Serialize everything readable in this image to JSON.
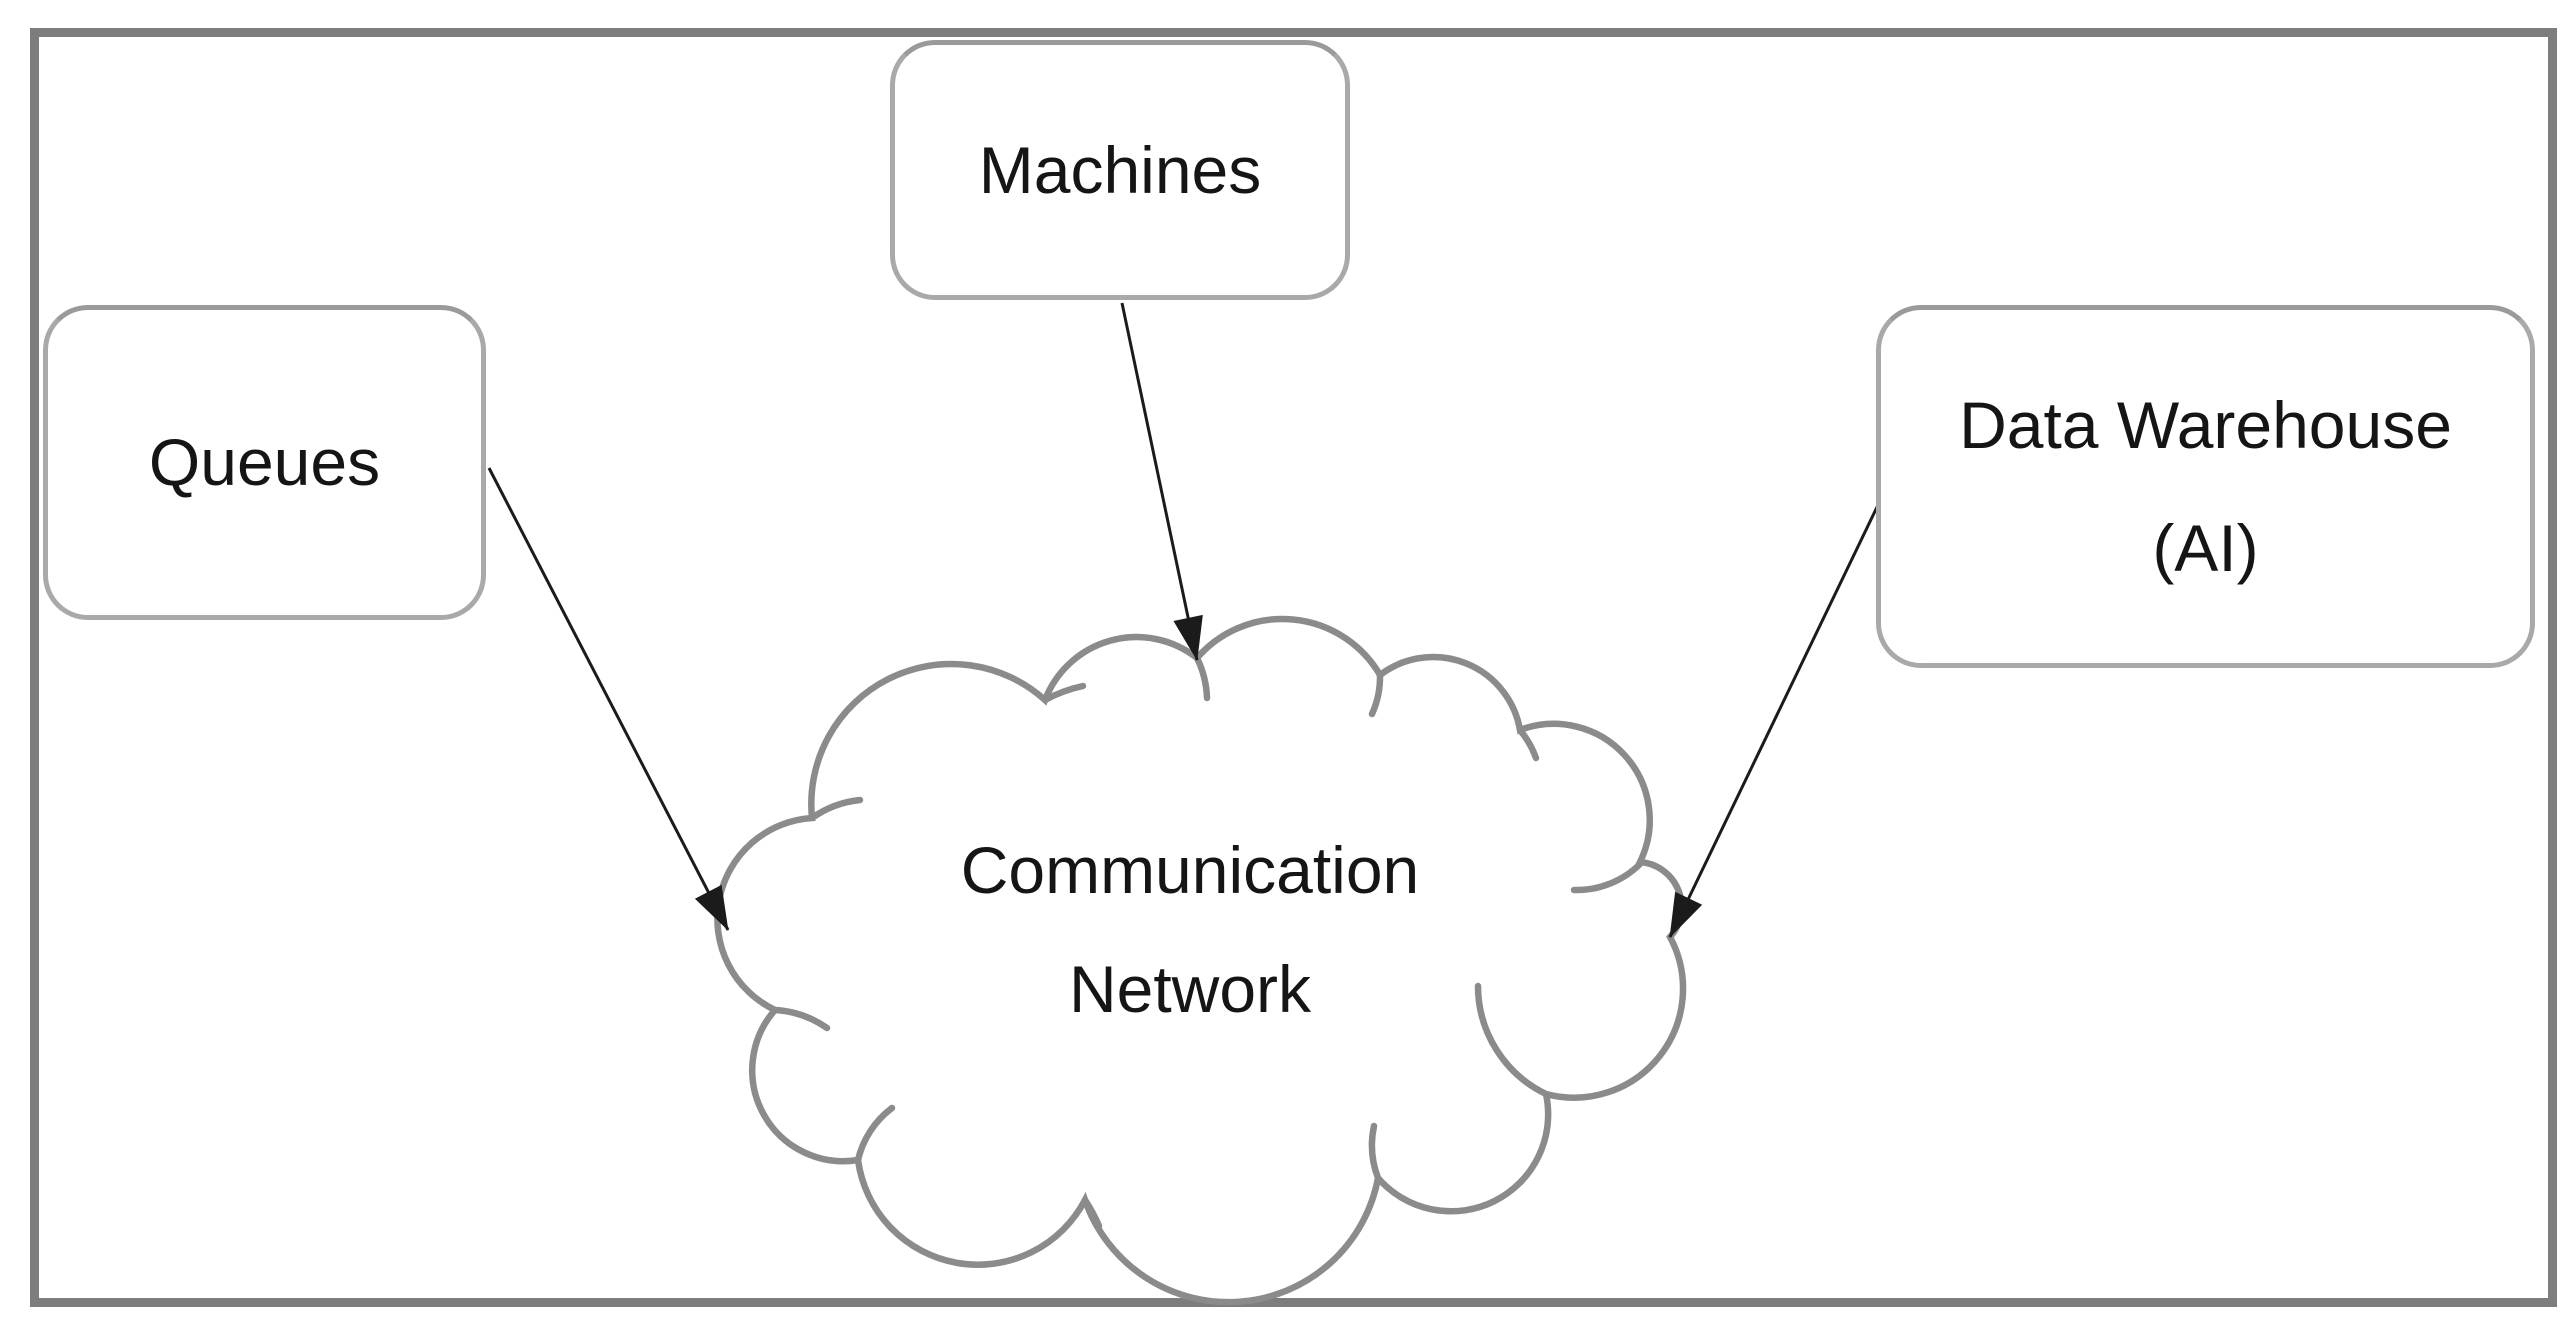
{
  "figure": {
    "title": "Diagram of machines, queues and data warehouse connected to a communication network",
    "background": "#ffffff",
    "frame_color": "#7d7d7d",
    "nodes": {
      "queues": {
        "label": "Queues"
      },
      "machines": {
        "label": "Machines"
      },
      "data_warehouse": {
        "label": "Data Warehouse",
        "sublabel": "(AI)"
      },
      "communication_network": {
        "label_line1": "Communication",
        "label_line2": "Network"
      }
    },
    "connections": [
      {
        "from": "Queues",
        "to": "Communication Network"
      },
      {
        "from": "Machines",
        "to": "Communication Network"
      },
      {
        "from": "Data Warehouse (AI)",
        "to": "Communication Network"
      }
    ],
    "colors": {
      "box_border": "#a9a9a9",
      "cloud_outline": "#8b8b8b",
      "arrow": "#1b1b1b",
      "text": "#151515"
    }
  }
}
